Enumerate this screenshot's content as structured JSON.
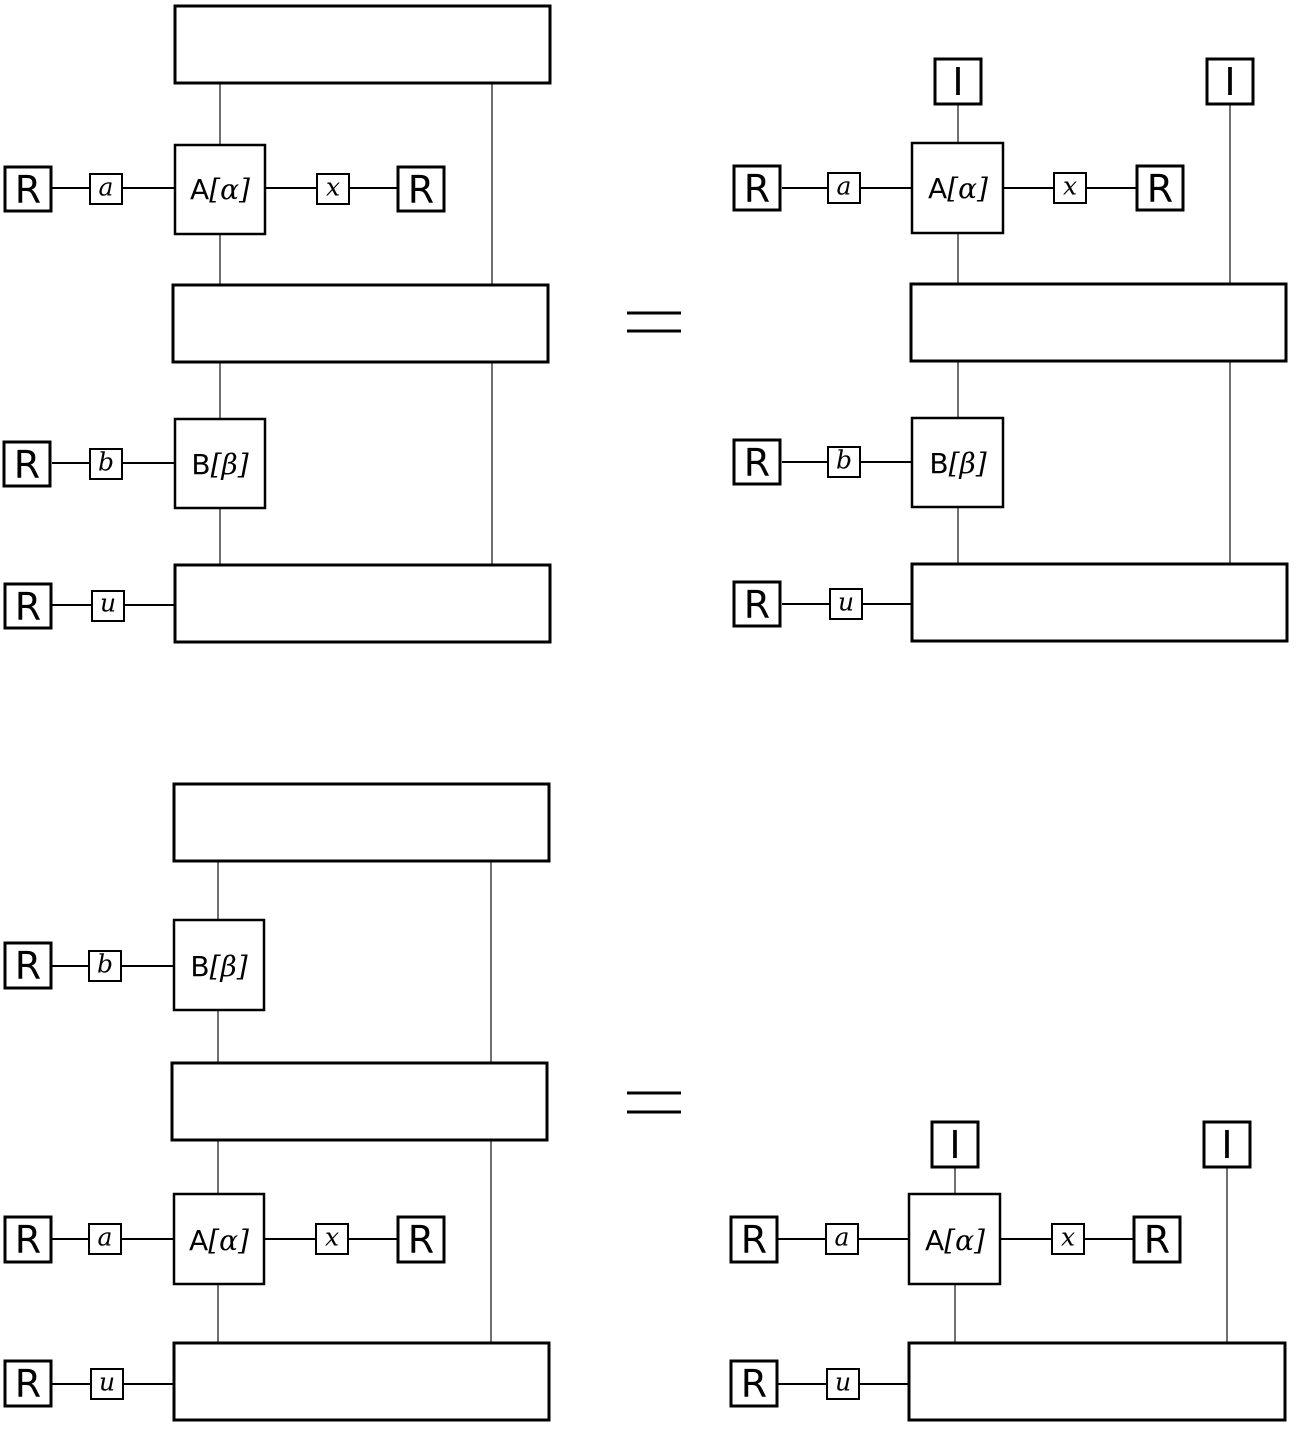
{
  "labels": {
    "R": "R",
    "I": "I",
    "A_main": "A",
    "A_param": "[α]",
    "B_main": "B",
    "B_param": "[β]",
    "a": "a",
    "b": "b",
    "x": "x",
    "u": "u"
  }
}
